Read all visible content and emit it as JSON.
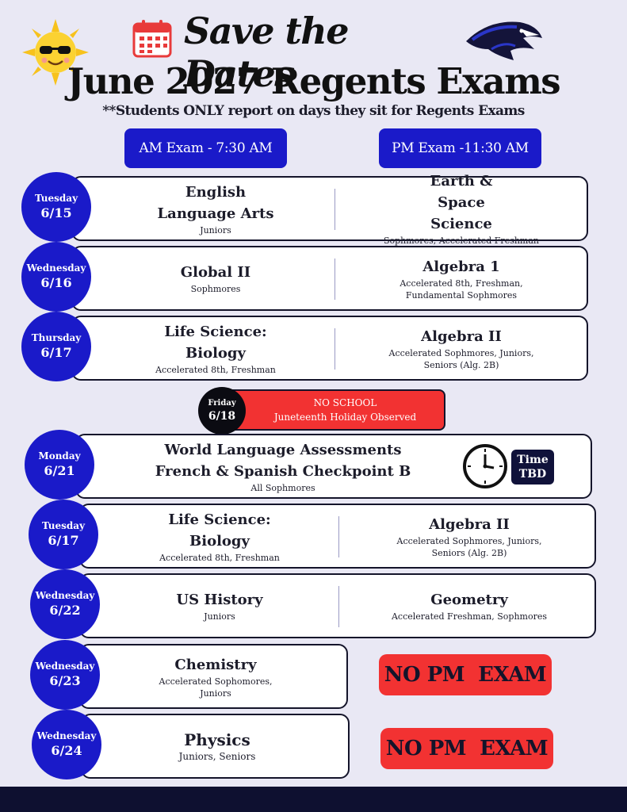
{
  "header": {
    "title": "Save the Dates",
    "subtitle": "June 2027 Regents Exams",
    "note": "**Students ONLY report on days they sit for Regents Exams",
    "icons": [
      "sun-with-sunglasses-icon",
      "calendar-icon",
      "hawk-mascot-icon"
    ]
  },
  "sessions": {
    "am": "AM Exam - 7:30 AM",
    "pm": "PM Exam -11:30 AM"
  },
  "rows": [
    {
      "day": "Tuesday",
      "date": "6/15",
      "am": {
        "subject": "English Language Arts",
        "group": "Juniors"
      },
      "pm": {
        "subject": "Earth & Space Science",
        "group": "Sophmores, Accelerated Freshman"
      }
    },
    {
      "day": "Wednesday",
      "date": "6/16",
      "am": {
        "subject": "Global II",
        "group": "Sophmores"
      },
      "pm": {
        "subject": "Algebra 1",
        "group": "Accelerated 8th, Freshman, Fundamental Sophmores"
      }
    },
    {
      "day": "Thursday",
      "date": "6/17",
      "am": {
        "subject": "Life Science: Biology",
        "group": "Accelerated 8th, Freshman"
      },
      "pm": {
        "subject": "Algebra II",
        "group": "Accelerated Sophmores, Juniors, Seniors (Alg. 2B)"
      }
    }
  ],
  "holiday": {
    "day": "Friday",
    "date": "6/18",
    "line1": "NO SCHOOL",
    "line2": "Juneteenth Holiday Observed"
  },
  "language": {
    "day": "Monday",
    "date": "6/21",
    "line1": "World Language Assessments",
    "line2": "French & Spanish Checkpoint B",
    "group": "All Sophmores",
    "time_label": "Time",
    "time_value": "TBD"
  },
  "rows2": [
    {
      "day": "Tuesday",
      "date": "6/17",
      "am": {
        "subject": "Life Science: Biology",
        "group": "Accelerated 8th, Freshman"
      },
      "pm": {
        "subject": "Algebra II",
        "group": "Accelerated Sophmores, Juniors, Seniors (Alg. 2B)"
      }
    },
    {
      "day": "Wednesday",
      "date": "6/22",
      "am": {
        "subject": "US History",
        "group": "Juniors"
      },
      "pm": {
        "subject": "Geometry",
        "group": "Accelerated Freshman, Sophmores"
      }
    }
  ],
  "amonly": [
    {
      "day": "Wednesday",
      "date": "6/23",
      "subject": "Chemistry",
      "group": "Accelerated Sophomores, Juniors",
      "pm_label": "NO PM  EXAM"
    },
    {
      "day": "Wednesday",
      "date": "6/24",
      "subject": "Physics",
      "group": "Juniors, Seniors",
      "pm_label": "NO PM  EXAM"
    }
  ],
  "colors": {
    "background": "#e9e8f4",
    "accent_blue": "#1a1ac9",
    "alert_red": "#f23232",
    "footer": "#0e1030"
  }
}
